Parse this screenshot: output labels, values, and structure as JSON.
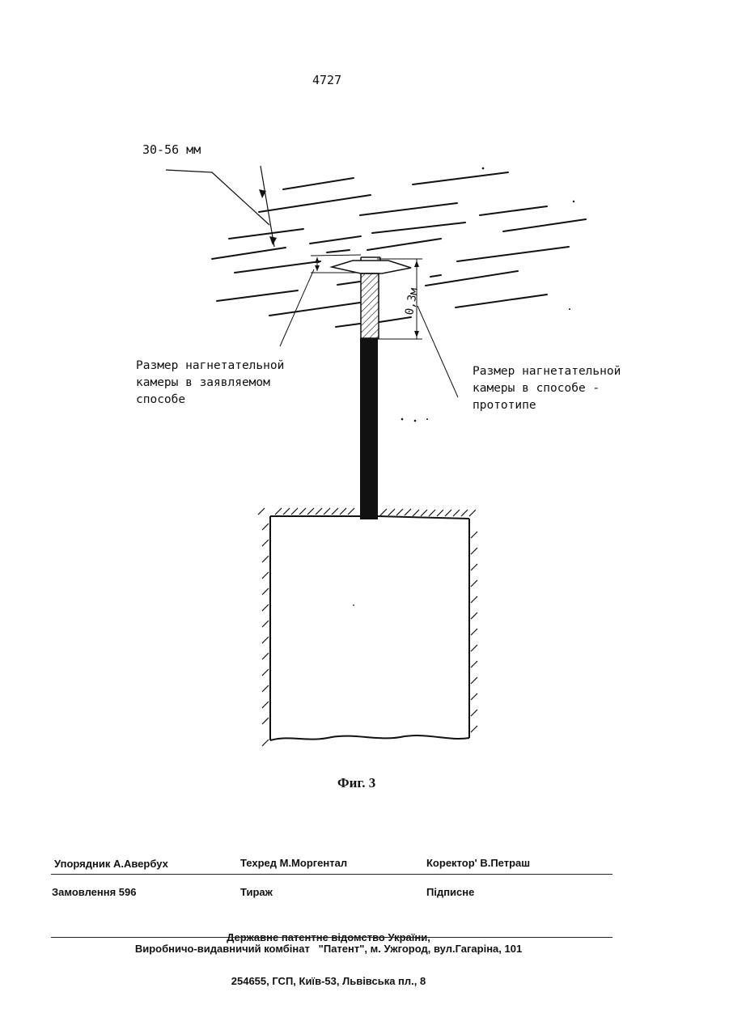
{
  "page": {
    "number": "4727"
  },
  "figure": {
    "dimension_top": "30-56 мм",
    "dimension_side": "0,3м",
    "annotation_left": "Размер нагнетательной\nкамеры в заявляемом\nспособе",
    "annotation_right": "Размер нагнетательной\nкамеры в способе -\nпрототипе",
    "caption": "Фиг. 3"
  },
  "colophon": {
    "compiler": "Упорядник А.Авербух",
    "techred": "Техред М.Моргентал",
    "corrector": "Коректор' В.Петраш",
    "order": "Замовлення 596",
    "circulation": "Тираж",
    "signed": "Підписне",
    "organization_line1": "Державне патентне відомство України,",
    "organization_line2": "254655, ГСП, Київ-53, Львівська пл., 8",
    "publisher": "Виробничо-видавничий комбінат   \"Патент\", м. Ужгород, вул.Гагаріна, 101"
  }
}
